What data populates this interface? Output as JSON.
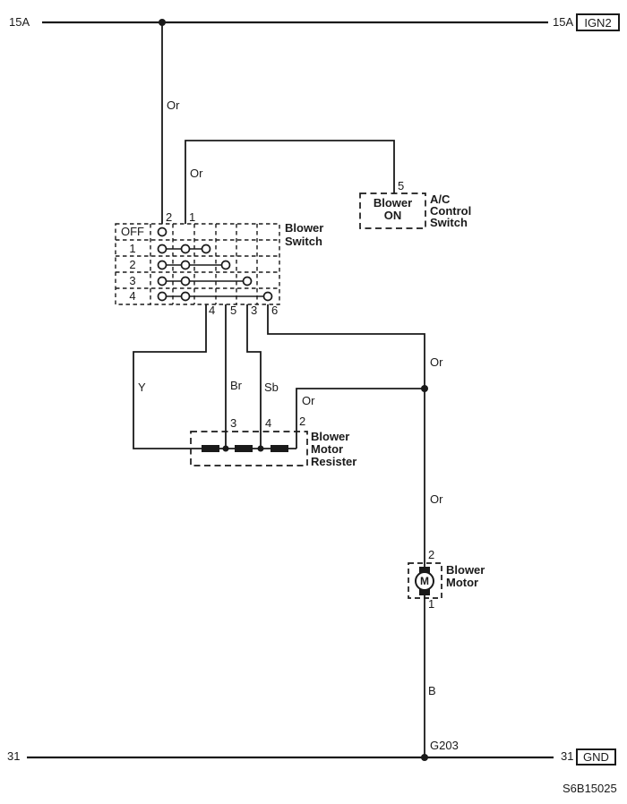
{
  "diagram_id": "S6B15025",
  "colors": {
    "line": "#1a1a1a",
    "background": "#ffffff"
  },
  "power_rail": {
    "left_fuse": "15A",
    "right_fuse": "15A",
    "connector": "IGN2"
  },
  "ground_rail": {
    "left_terminal": "31",
    "right_terminal": "31",
    "connector": "GND",
    "ground_point": "G203"
  },
  "wire_colors": {
    "orange": "Or",
    "yellow": "Y",
    "brown": "Br",
    "sky_blue": "Sb",
    "black": "B"
  },
  "blower_switch": {
    "name": [
      "Blower",
      "Switch"
    ],
    "positions": [
      "OFF",
      "1",
      "2",
      "3",
      "4"
    ],
    "top_pins": [
      "2",
      "1"
    ],
    "bottom_pins": [
      "4",
      "5",
      "3",
      "6"
    ]
  },
  "ac_control_switch": {
    "pin": "5",
    "label": [
      "Blower",
      "ON"
    ],
    "name": [
      "A/C",
      "Control",
      "Switch"
    ]
  },
  "blower_motor_resister": {
    "pins": [
      "3",
      "4",
      "2"
    ],
    "name": [
      "Blower",
      "Motor",
      "Resister"
    ]
  },
  "blower_motor": {
    "top_pin": "2",
    "bottom_pin": "1",
    "symbol": "M",
    "name": [
      "Blower",
      "Motor"
    ]
  }
}
